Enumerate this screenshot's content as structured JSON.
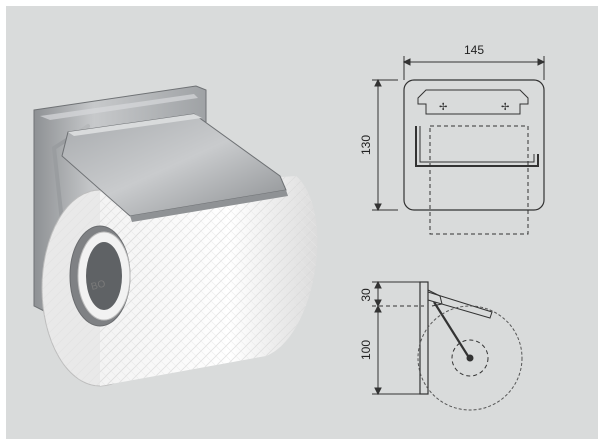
{
  "product": {
    "name": "Toilet paper holder with lid",
    "roll_text": "BO"
  },
  "front_view": {
    "width_label": "145",
    "height_label": "130"
  },
  "side_view": {
    "top_label": "30",
    "bottom_label": "100"
  },
  "colors": {
    "background": "#d9dbdb",
    "metal": "#b9bcbf",
    "line": "#333333"
  }
}
